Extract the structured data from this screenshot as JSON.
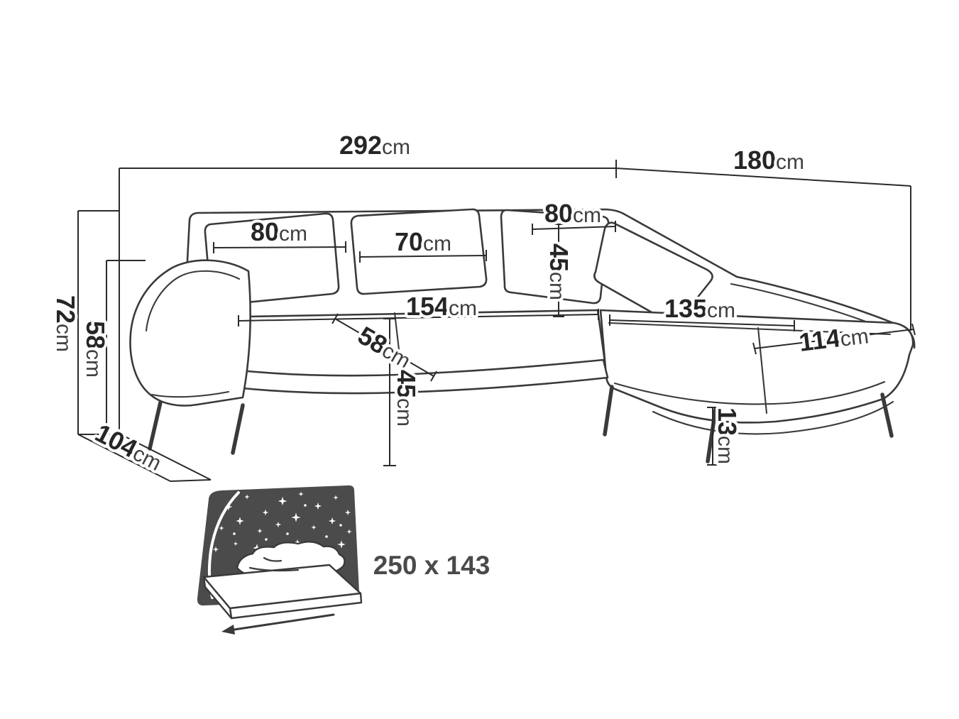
{
  "diagram": {
    "type": "corner-sofa-dimension-drawing",
    "colors": {
      "background": "#ffffff",
      "line": "#3a3a3a",
      "dimension_line": "#2b2b2b",
      "text": "#262626",
      "unit_text": "#3f3f3f",
      "bed_panel": "#4b4b4b",
      "bed_label": "#4a4a4a"
    },
    "labels": {
      "total_width": {
        "value": "292",
        "unit": "cm"
      },
      "chaise_total_depth": {
        "value": "180",
        "unit": "cm"
      },
      "back_height": {
        "value": "72",
        "unit": "cm"
      },
      "arm_height": {
        "value": "58",
        "unit": "cm"
      },
      "side_depth": {
        "value": "104",
        "unit": "cm"
      },
      "back_cushion_left_width": {
        "value": "80",
        "unit": "cm"
      },
      "back_cushion_mid_width": {
        "value": "70",
        "unit": "cm"
      },
      "back_cushion_corner_width": {
        "value": "80",
        "unit": "cm"
      },
      "back_cushion_height": {
        "value": "45",
        "unit": "cm"
      },
      "seat_length": {
        "value": "154",
        "unit": "cm"
      },
      "seat_depth": {
        "value": "58",
        "unit": "cm"
      },
      "seat_height": {
        "value": "45",
        "unit": "cm"
      },
      "chaise_seat_length": {
        "value": "135",
        "unit": "cm"
      },
      "chaise_width": {
        "value": "114",
        "unit": "cm"
      },
      "leg_height": {
        "value": "13",
        "unit": "cm"
      }
    },
    "sleeping_area": {
      "icon": "bed-with-starry-sky-icon",
      "label": "250 x 143"
    }
  }
}
